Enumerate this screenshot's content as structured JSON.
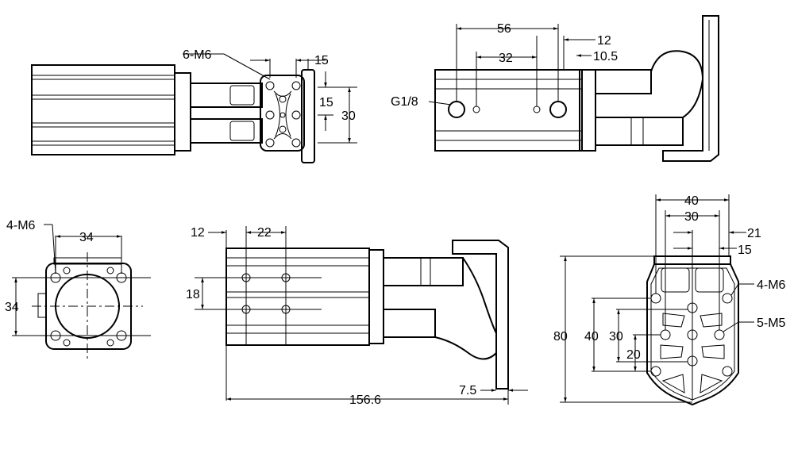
{
  "top_side_view": {
    "thread_label": "6-M6",
    "width_15": "15",
    "height_15": "15",
    "height_30": "30"
  },
  "top_front_view": {
    "dim_56": "56",
    "dim_12": "12",
    "dim_32": "32",
    "dim_10_5": "10.5",
    "port_label": "G1/8"
  },
  "end_view": {
    "thread_label": "4-M6",
    "width_34": "34",
    "height_34": "34"
  },
  "bottom_front_view": {
    "dim_12": "12",
    "dim_22": "22",
    "dim_18": "18",
    "overall_length": "156.6",
    "dim_7_5": "7.5"
  },
  "plate_view": {
    "dim_40": "40",
    "dim_30": "30",
    "dim_21": "21",
    "dim_15": "15",
    "height_80": "80",
    "height_40": "40",
    "height_30": "30",
    "height_20": "20",
    "thread_m6": "4-M6",
    "thread_m5": "5-M5"
  }
}
